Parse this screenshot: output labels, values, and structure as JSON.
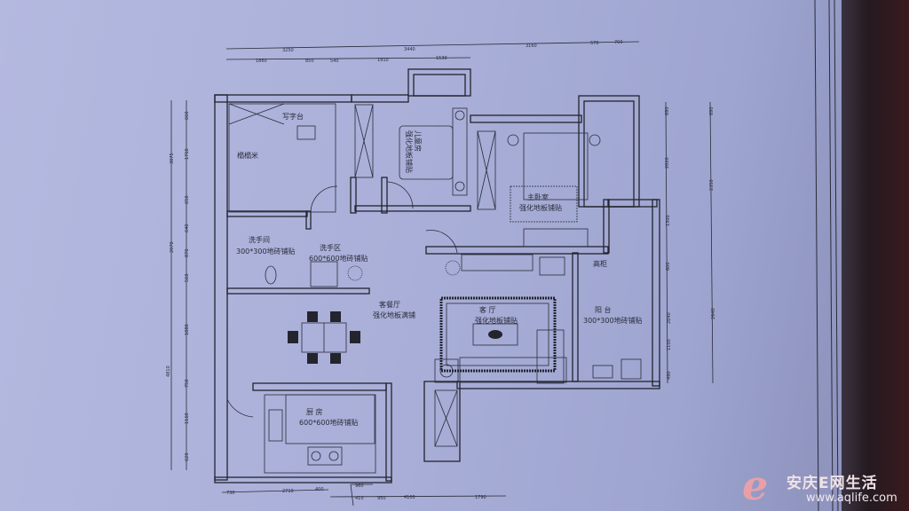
{
  "rooms": {
    "tatami": "榻榻米",
    "desk": "写字台",
    "kids_room": "儿童房",
    "kids_floor": "强化地板铺贴",
    "master": "主卧室",
    "master_floor": "强化地板铺贴",
    "wc": "洗手间",
    "wc_floor": "300*300地砖铺贴",
    "wash": "洗手区",
    "wash_floor": "600*600地砖铺贴",
    "dining": "客餐厅",
    "dining_floor": "强化地板满铺",
    "living": "客      厅",
    "living_floor": "强化地板铺贴",
    "balcony": "阳      台",
    "balcony_floor": "300*300地砖铺贴",
    "tall_cabinet": "高柜",
    "kitchen": "厨      房",
    "kitchen_floor": "600*600地砖铺贴"
  },
  "dims": {
    "top1": [
      "3250",
      "3440",
      "3160",
      "570",
      "700"
    ],
    "top2": [
      "1860",
      "850",
      "540",
      "1910",
      "1530"
    ],
    "left1": [
      "3075",
      "2070",
      "4810"
    ],
    "left2": [
      "660",
      "1760",
      "650",
      "640",
      "870",
      "560",
      "1880",
      "750",
      "1160",
      "620"
    ],
    "right1": [
      "690",
      "2020",
      "1300",
      "600",
      "2640",
      "1100",
      "490"
    ],
    "right2": [
      "690",
      "2350",
      "2640"
    ],
    "bottom1": [
      "730",
      "2710",
      "400",
      "960"
    ],
    "bottom2": [
      "410",
      "950",
      "4100",
      "1790"
    ]
  },
  "watermark": {
    "logo": "e",
    "name": "安庆E网生活",
    "url": "www.aqlife.com"
  }
}
